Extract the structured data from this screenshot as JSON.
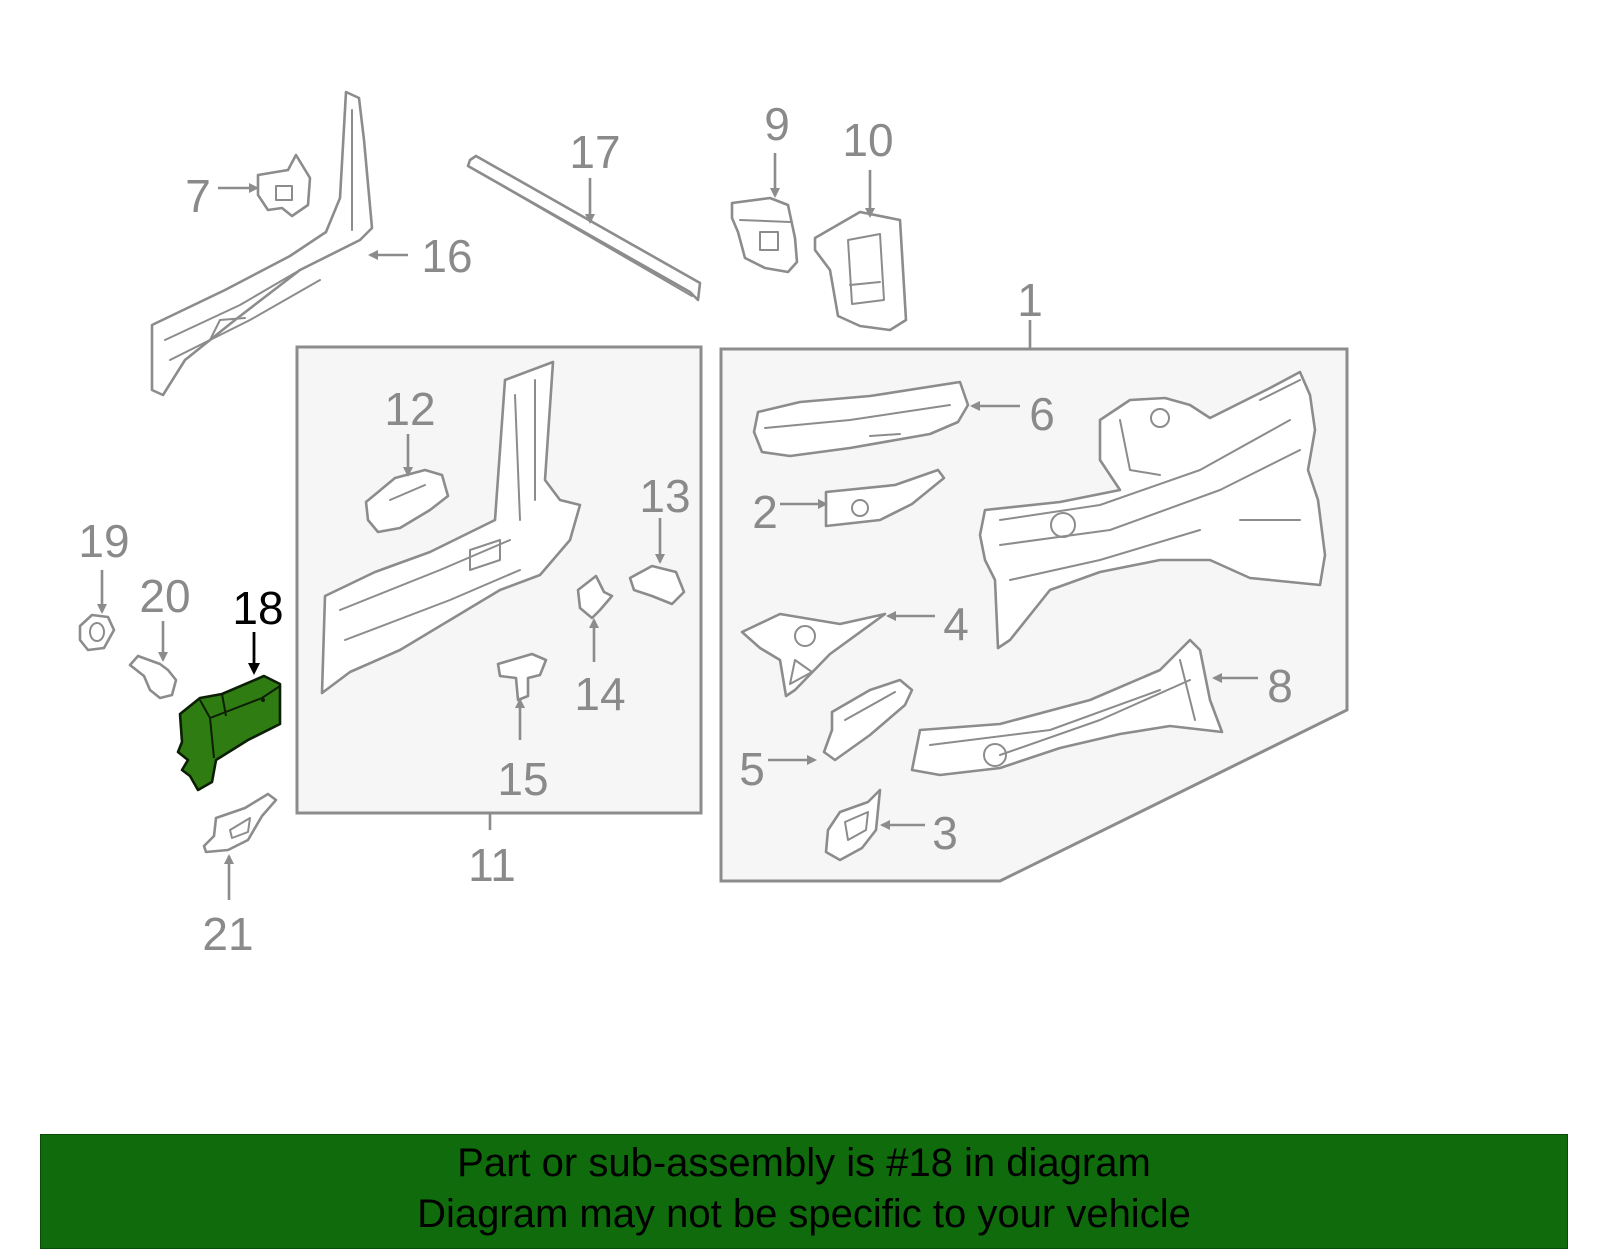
{
  "callouts": {
    "n1": "1",
    "n2": "2",
    "n3": "3",
    "n4": "4",
    "n5": "5",
    "n6": "6",
    "n7": "7",
    "n8": "8",
    "n9": "9",
    "n10": "10",
    "n11": "11",
    "n12": "12",
    "n13": "13",
    "n14": "14",
    "n15": "15",
    "n16": "16",
    "n17": "17",
    "n18": "18",
    "n19": "19",
    "n20": "20",
    "n21": "21"
  },
  "highlighted_part": "18",
  "colors": {
    "highlight_fill": "#2f7d12",
    "banner_background": "#0f6b0c",
    "line_gray": "#8c8c8c"
  },
  "banner": {
    "line1": "Part or sub-assembly is #18 in diagram",
    "line2": "Diagram may not be specific to your vehicle"
  }
}
